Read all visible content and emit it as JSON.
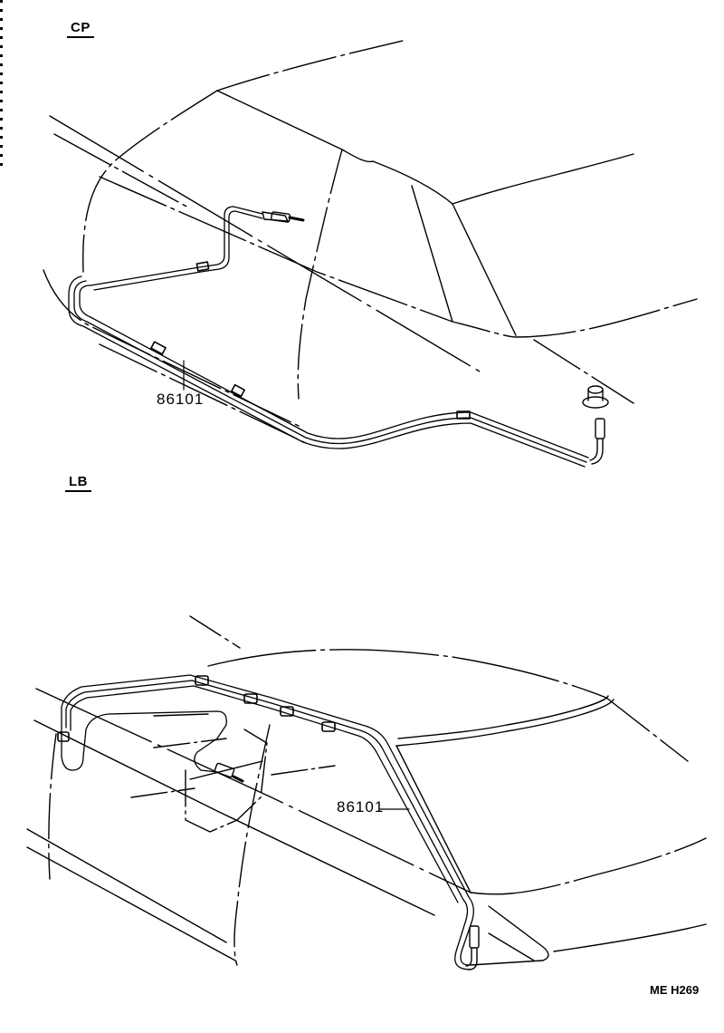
{
  "diagram": {
    "colors": {
      "line": "#000000",
      "background": "#ffffff"
    },
    "views": [
      {
        "id": "cp",
        "label": "CP",
        "part_callout": "86101"
      },
      {
        "id": "lb",
        "label": "LB",
        "part_callout": "86101"
      }
    ],
    "reference_code": "ME H269"
  }
}
